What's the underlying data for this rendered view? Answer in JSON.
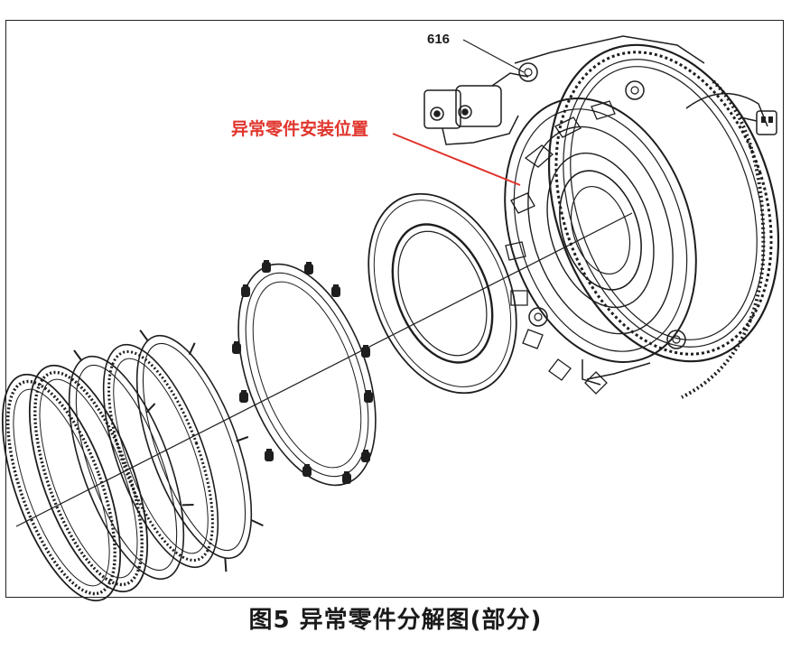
{
  "figure": {
    "caption": "图5 异常零件分解图(部分)",
    "callouts": [
      {
        "id": "part-616",
        "text": "616",
        "color": "#1a1a1a"
      },
      {
        "id": "abnormal-part-location",
        "text": "异常零件安装位置",
        "color": "#e0342c"
      }
    ]
  },
  "colors": {
    "line": "#1e1e1e",
    "accent": "#e0342c",
    "background": "#ffffff"
  }
}
